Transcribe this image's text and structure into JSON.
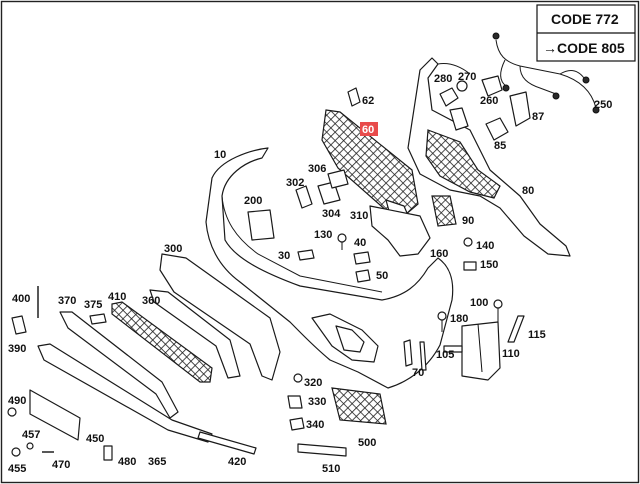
{
  "codes": {
    "code_a": "CODE 772",
    "code_b": "CODE 805",
    "arrow": "→"
  },
  "highlighted_part": "60",
  "part_labels": [
    "10",
    "30",
    "40",
    "50",
    "62",
    "70",
    "80",
    "85",
    "87",
    "90",
    "100",
    "105",
    "110",
    "115",
    "130",
    "140",
    "150",
    "160",
    "180",
    "200",
    "250",
    "260",
    "270",
    "280",
    "300",
    "302",
    "304",
    "306",
    "310",
    "320",
    "330",
    "340",
    "360",
    "365",
    "370",
    "375",
    "390",
    "400",
    "410",
    "420",
    "450",
    "455",
    "457",
    "470",
    "480",
    "490",
    "500",
    "510"
  ]
}
